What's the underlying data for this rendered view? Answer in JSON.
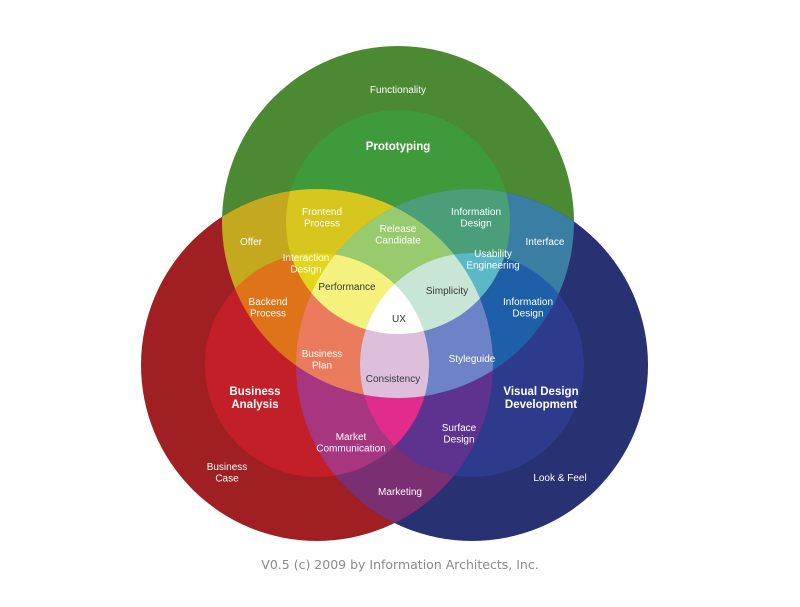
{
  "diagram": {
    "circles": {
      "top": {
        "outer": "Functionality",
        "inner": "Prototyping",
        "color": "#4d8a33"
      },
      "left": {
        "outer": "Business\nCase",
        "inner": "Business\nAnalysis",
        "color": "#a61e22"
      },
      "right": {
        "outer": "Look & Feel",
        "inner": "Visual Design\nDevelopment",
        "color": "#283172"
      }
    },
    "regions": {
      "offer": "Offer",
      "interface": "Interface",
      "marketing": "Marketing",
      "frontend_process": "Frontend\nProcess",
      "information_design_top": "Information\nDesign",
      "interaction_design": "Interaction\nDesign",
      "backend_process": "Backend\nProcess",
      "usability_engineering": "Usability\nEngineering",
      "information_design_right": "Information\nDesign",
      "release_candidate": "Release\nCandidate",
      "performance": "Performance",
      "simplicity": "Simplicity",
      "business_plan": "Business\nPlan",
      "styleguide": "Styleguide",
      "consistency": "Consistency",
      "market_communication": "Market\nCommunication",
      "surface_design": "Surface\nDesign",
      "center": "UX"
    },
    "colors": {
      "top_outer": "#4d8a33",
      "top_inner": "#3f9c3c",
      "left_outer": "#a61e22",
      "left_inner": "#c5202a",
      "right_outer": "#283172",
      "right_inner": "#2e3a8c",
      "yellow": "#e0d400",
      "orange": "#e0701d",
      "teal": "#5aa9c4",
      "magenta": "#e0258a",
      "purple": "#8a3a8c"
    }
  },
  "footer": {
    "credit": "V0.5 (c) 2009 by Information Architects, Inc."
  }
}
